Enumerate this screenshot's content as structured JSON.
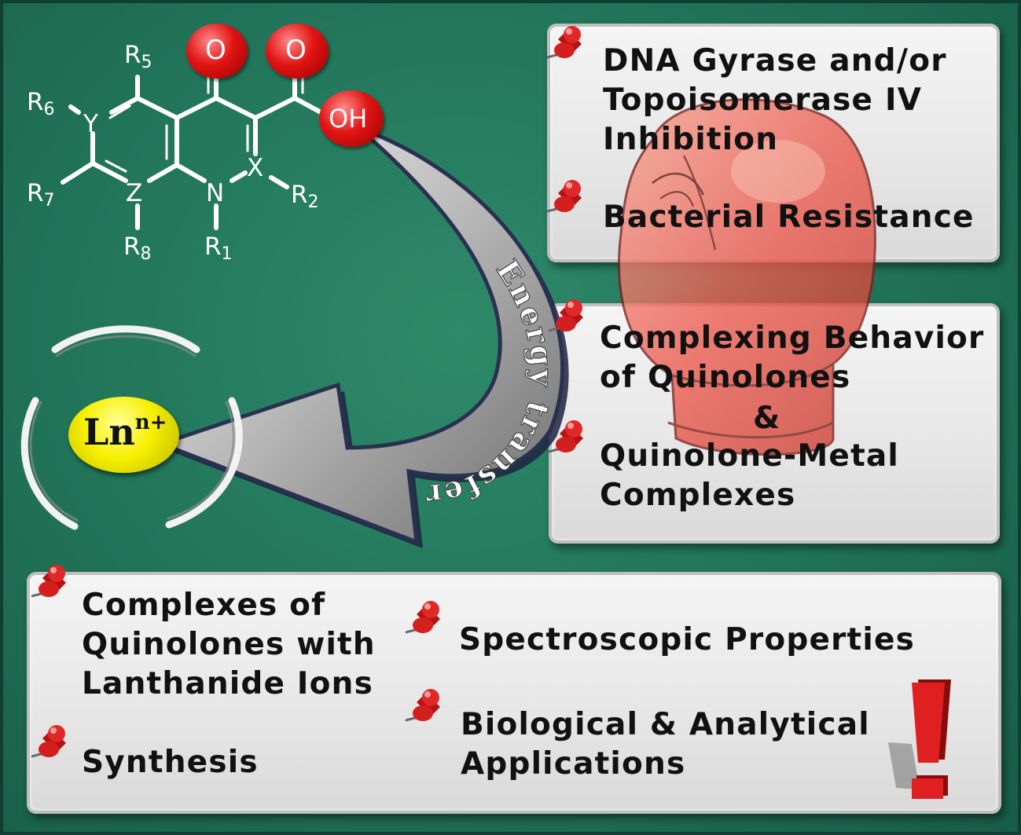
{
  "structure": {
    "o_ketone": "O",
    "o_carbonyl": "O",
    "oh": "OH",
    "r5": "R5",
    "r6": "R6",
    "r7": "R7",
    "r8": "R8",
    "r1": "R1",
    "r2": "R2",
    "y": "Y",
    "z": "Z",
    "n": "N",
    "x": "X"
  },
  "energy_transfer": {
    "label": "Energy transfer"
  },
  "lanthanide": {
    "symbol": "Ln",
    "charge": "n+"
  },
  "panels": {
    "top": {
      "lines": [
        "DNA Gyrase and/or",
        "Topoisomerase IV",
        "Inhibition"
      ],
      "resistance": "Bacterial Resistance"
    },
    "middle": {
      "lines": [
        "Complexing Behavior",
        "of Quinolones"
      ],
      "ampersand": "&",
      "lines2": [
        "Quinolone-Metal",
        "Complexes"
      ]
    },
    "bottom": {
      "left_lines": [
        "Complexes of",
        "Quinolones with",
        "Lanthanide Ions"
      ],
      "synthesis": "Synthesis",
      "spectroscopic": "Spectroscopic Properties",
      "applications_lines": [
        "Biological & Analytical",
        "Applications"
      ]
    }
  },
  "colors": {
    "board": "#207257",
    "pin": "#d81e1e",
    "atom": "#e01414",
    "lanthanide": "#f6f000",
    "glove": "#e8524a",
    "exclamation": "#e02020"
  },
  "icons": [
    "push-pin-icon",
    "boxing-glove-icon",
    "exclamation-icon",
    "curved-arrow-icon"
  ]
}
